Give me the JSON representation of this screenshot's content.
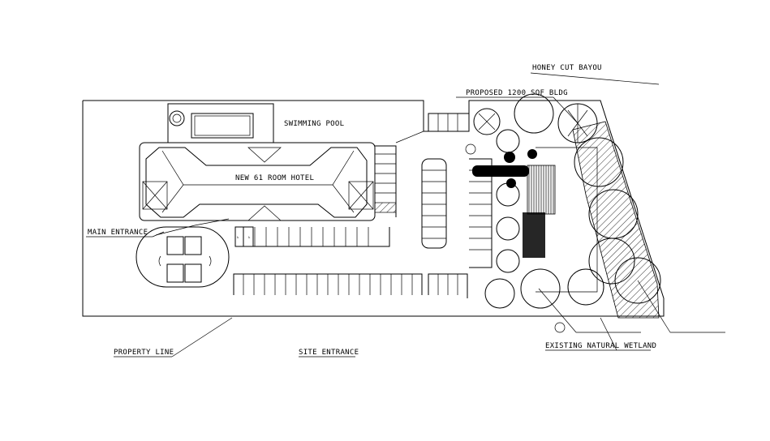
{
  "labels": {
    "honey_cut_bayou": "HONEY CUT BAYOU",
    "proposed_bldg": "PROPOSED 1200 SQF BLDG",
    "swimming_pool": "SWIMMING POOL",
    "hotel": "NEW 61 ROOM HOTEL",
    "main_entrance": "MAIN ENTRANCE",
    "property_line": "PROPERTY LINE",
    "site_entrance": "SITE ENTRANCE",
    "wetland": "EXISTING NATURAL WETLAND"
  }
}
